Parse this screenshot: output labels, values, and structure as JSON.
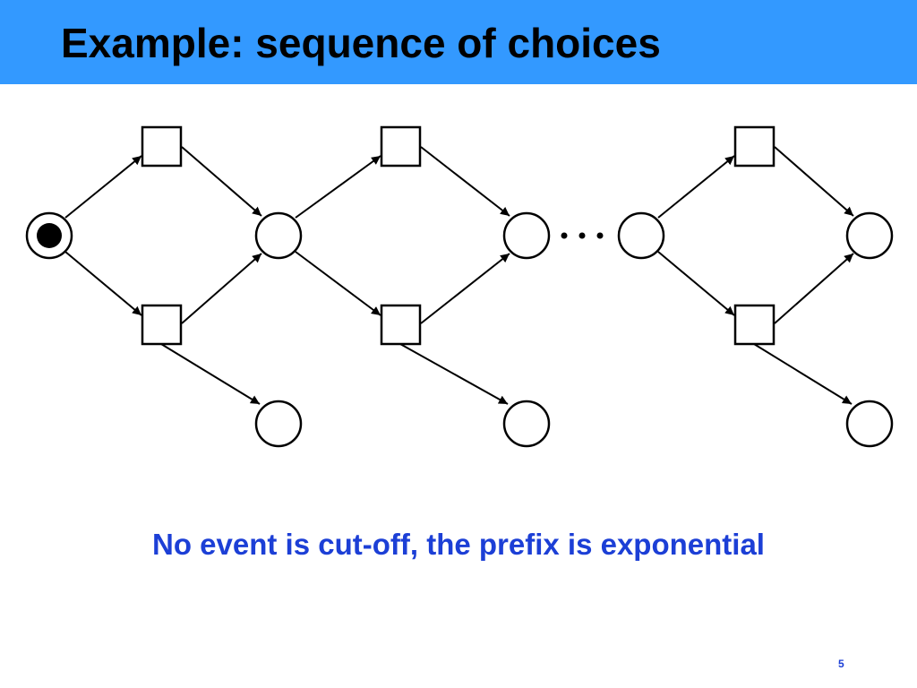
{
  "slide": {
    "title": "Example: sequence of choices",
    "caption": "No event is cut-off, the prefix is exponential",
    "page_number": "5",
    "ellipsis": "…"
  },
  "colors": {
    "title_bar": "#3399ff",
    "title_text": "#000000",
    "caption_text": "#1c3fd6",
    "node_stroke": "#000000",
    "token": "#000000"
  },
  "diagram": {
    "kind": "petri-net-unfolding",
    "places": [
      {
        "id": "p0",
        "marked": true
      },
      {
        "id": "p1",
        "marked": false
      },
      {
        "id": "p2",
        "marked": false
      },
      {
        "id": "p3",
        "marked": false
      },
      {
        "id": "p4",
        "marked": false
      },
      {
        "id": "p5",
        "marked": false
      },
      {
        "id": "p6",
        "marked": false
      },
      {
        "id": "p7",
        "marked": false
      }
    ],
    "transitions": [
      "t1a",
      "t1b",
      "t2a",
      "t2b",
      "t3a",
      "t3b"
    ],
    "arcs": [
      [
        "p0",
        "t1a"
      ],
      [
        "p0",
        "t1b"
      ],
      [
        "t1a",
        "p1"
      ],
      [
        "t1b",
        "p1"
      ],
      [
        "t1b",
        "p2"
      ],
      [
        "p1",
        "t2a"
      ],
      [
        "p1",
        "t2b"
      ],
      [
        "t2a",
        "p3"
      ],
      [
        "t2b",
        "p3"
      ],
      [
        "t2b",
        "p4"
      ],
      [
        "p5",
        "t3a"
      ],
      [
        "p5",
        "t3b"
      ],
      [
        "t3a",
        "p6"
      ],
      [
        "t3b",
        "p6"
      ],
      [
        "t3b",
        "p7"
      ]
    ]
  }
}
